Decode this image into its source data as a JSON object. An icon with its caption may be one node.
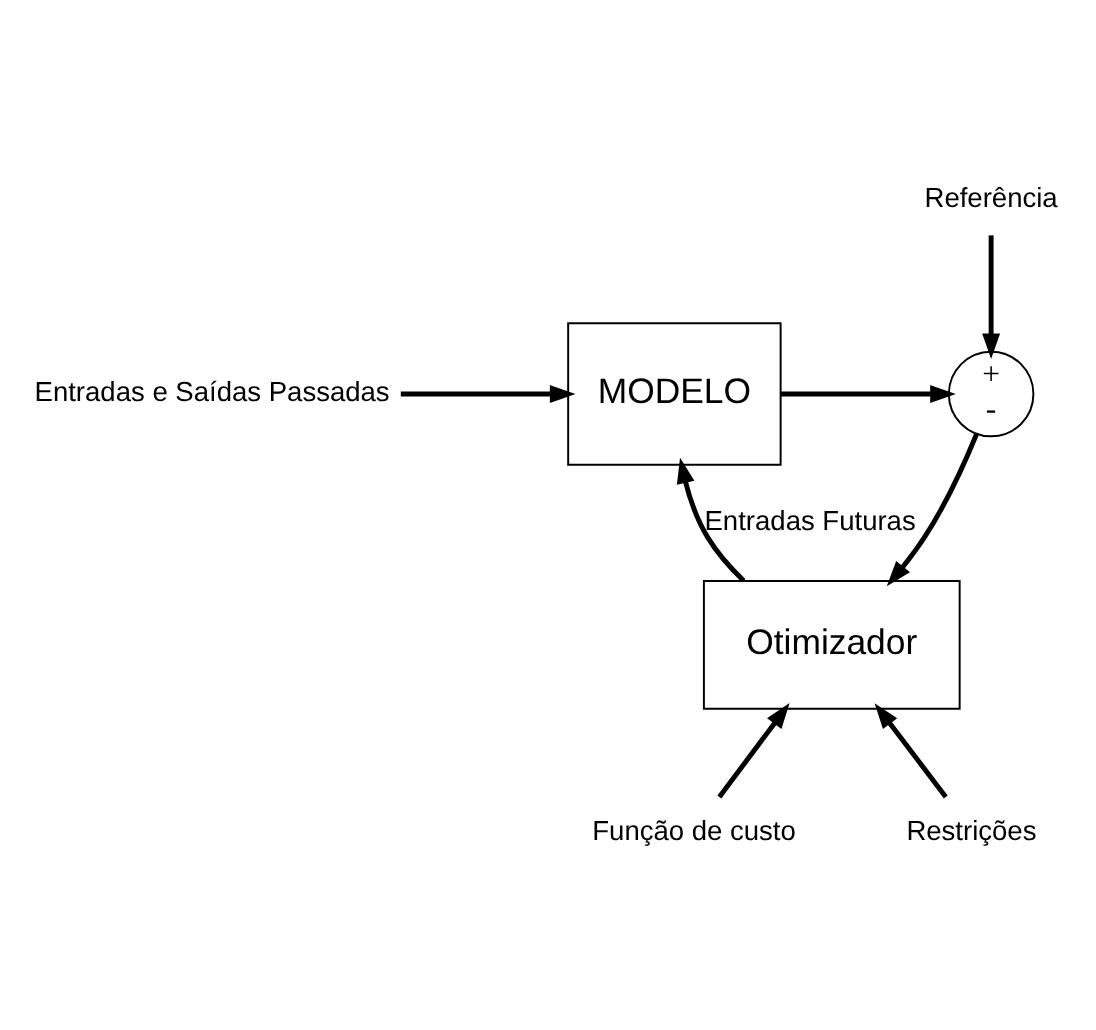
{
  "diagram": {
    "nodes": [
      {
        "text": [
          "Entradas e Saídas Passadas"
        ]
      },
      {
        "text": [
          "MODELO"
        ]
      },
      {
        "text": [
          "+",
          "-"
        ]
      },
      {
        "text": [
          "Referência"
        ]
      },
      {
        "text": [
          "Otimizador"
        ]
      },
      {
        "text": [
          "Função de custo"
        ]
      },
      {
        "text": [
          "Restrições"
        ]
      }
    ],
    "edges": [
      {
        "from": 0,
        "to": 1,
        "arrow": "to"
      },
      {
        "from": 1,
        "to": 2,
        "arrow": "to"
      },
      {
        "from": 3,
        "to": 2,
        "arrow": "to"
      },
      {
        "from": 2,
        "to": 4,
        "arrow": "to"
      },
      {
        "from": 4,
        "to": 1,
        "arrow": "to",
        "label": "Entradas Futuras"
      },
      {
        "from": 5,
        "to": 4,
        "arrow": "to"
      },
      {
        "from": 6,
        "to": 4,
        "arrow": "to"
      }
    ]
  }
}
